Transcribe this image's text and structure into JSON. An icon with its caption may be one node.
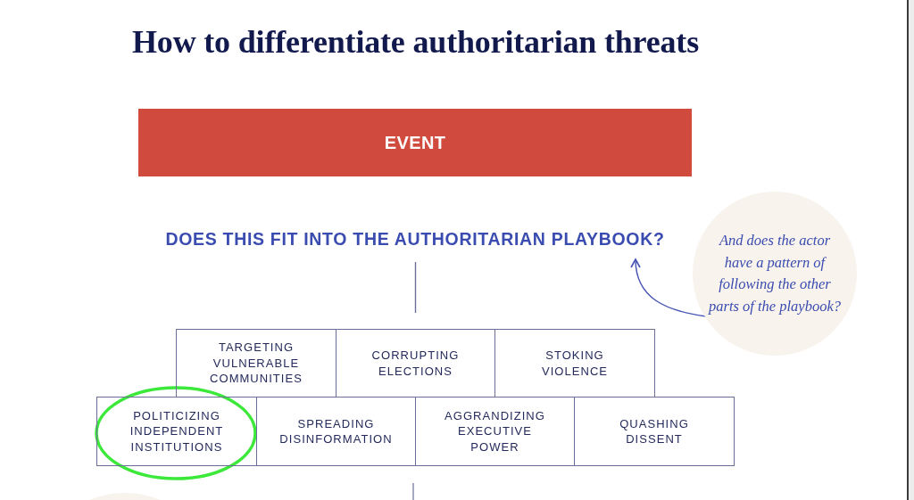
{
  "diagram": {
    "title": "How to differentiate authoritarian threats",
    "nodes": [
      {
        "text": [
          "EVENT"
        ]
      },
      {
        "text": [
          "DOES THIS FIT INTO THE AUTHORITARIAN PLAYBOOK?"
        ]
      },
      {
        "text": [
          "And does the actor have a pattern of following the other parts of the playbook?"
        ]
      },
      {
        "text": [
          "TARGETING VULNERABLE COMMUNITIES"
        ]
      },
      {
        "text": [
          "CORRUPTING ELECTIONS"
        ]
      },
      {
        "text": [
          "STOKING VIOLENCE"
        ]
      },
      {
        "text": [
          "POLITICIZING INDEPENDENT INSTITUTIONS"
        ]
      },
      {
        "text": [
          "SPREADING DISINFORMATION"
        ]
      },
      {
        "text": [
          "AGGRANDIZING EXECUTIVE POWER"
        ]
      },
      {
        "text": [
          "QUASHING DISSENT"
        ]
      },
      {
        "text": [],
        "shape": "circle"
      }
    ],
    "edges": [
      {
        "from": 1,
        "to": 4,
        "arrow": "none"
      },
      {
        "from": 2,
        "to": 1,
        "arrow": "to"
      }
    ]
  }
}
